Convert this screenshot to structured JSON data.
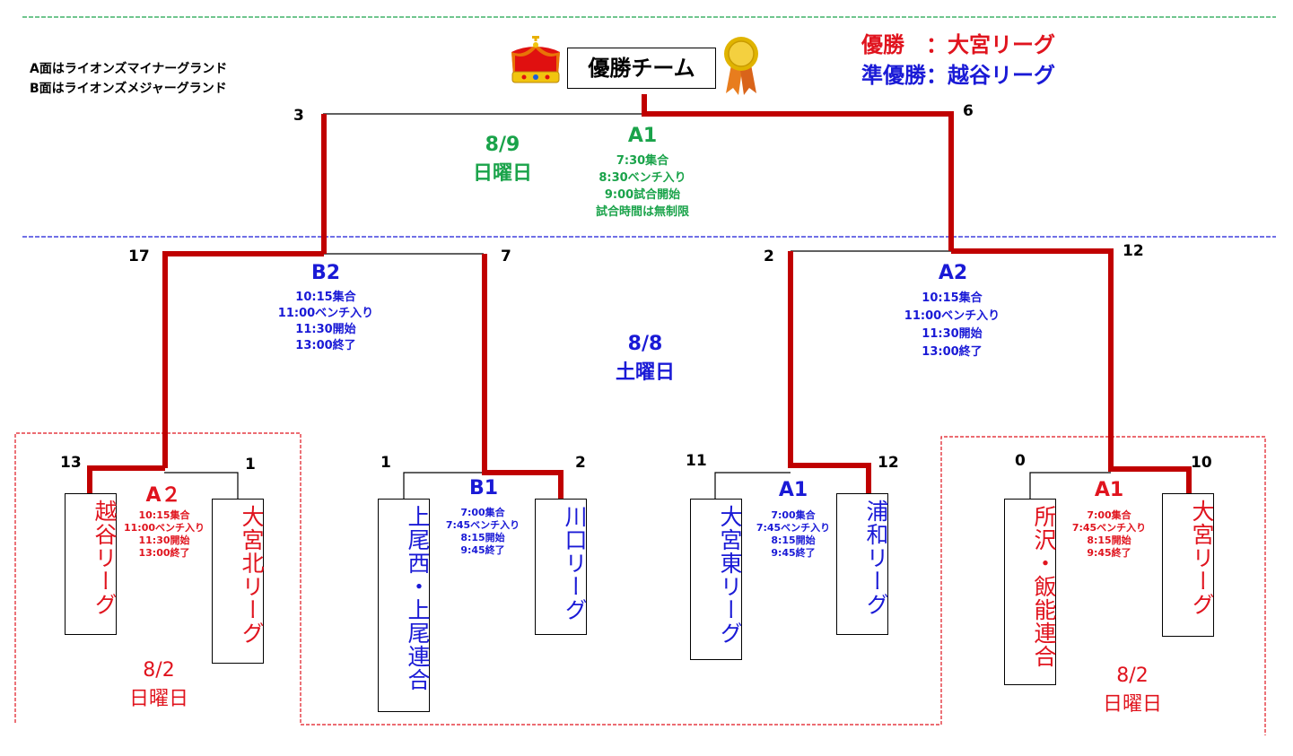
{
  "notes": [
    "A面はライオンズマイナーグランド",
    "B面はライオンズメジャーグランド"
  ],
  "champion_box": "優勝チーム",
  "results": {
    "winner_label": "優勝　：",
    "winner_team": "大宮リーグ",
    "runnerup_label": "準優勝：",
    "runnerup_team": "越谷リーグ"
  },
  "final": {
    "field": "A1",
    "date": "8/9",
    "day": "日曜日",
    "schedule": [
      "7:30集合",
      "8:30ベンチ入り",
      "9:00試合開始",
      "試合時間は無制限"
    ],
    "score_left": "3",
    "score_right": "6"
  },
  "semis": {
    "date": "8/8",
    "day": "土曜日",
    "left": {
      "field": "B2",
      "schedule": [
        "10:15集合",
        "11:00ベンチ入り",
        "11:30開始",
        "13:00終了"
      ],
      "score_left": "17",
      "score_right": "7"
    },
    "right": {
      "field": "A2",
      "schedule": [
        "10:15集合",
        "11:00ベンチ入り",
        "11:30開始",
        "13:00終了"
      ],
      "score_left": "2",
      "score_right": "12"
    }
  },
  "first_round": [
    {
      "field": "A２",
      "schedule": [
        "10:15集合",
        "11:00ベンチ入り",
        "11:30開始",
        "13:00終了"
      ],
      "score_left": "13",
      "score_right": "1",
      "team_left": "越谷リーグ",
      "team_right": "大宮北リーグ"
    },
    {
      "field": "B1",
      "schedule": [
        "7:00集合",
        "7:45ベンチ入り",
        "8:15開始",
        "9:45終了"
      ],
      "score_left": "1",
      "score_right": "2",
      "team_left": "上尾西・上尾連合",
      "team_right": "川口リーグ"
    },
    {
      "field": "A1",
      "schedule": [
        "7:00集合",
        "7:45ベンチ入り",
        "8:15開始",
        "9:45終了"
      ],
      "score_left": "11",
      "score_right": "12",
      "team_left": "大宮東リーグ",
      "team_right": "浦和リーグ"
    },
    {
      "field": "A1",
      "schedule": [
        "7:00集合",
        "7:45ベンチ入り",
        "8:15開始",
        "9:45終了"
      ],
      "score_left": "0",
      "score_right": "10",
      "team_left": "所沢・飯能連合",
      "team_right": "大宮リーグ"
    }
  ],
  "first_round_date": {
    "date": "8/2",
    "day": "日曜日"
  },
  "colors": {
    "red": "#e0141e",
    "blue": "#1a1ad6",
    "green": "#1aa34a",
    "winner_line": "#c00000"
  }
}
